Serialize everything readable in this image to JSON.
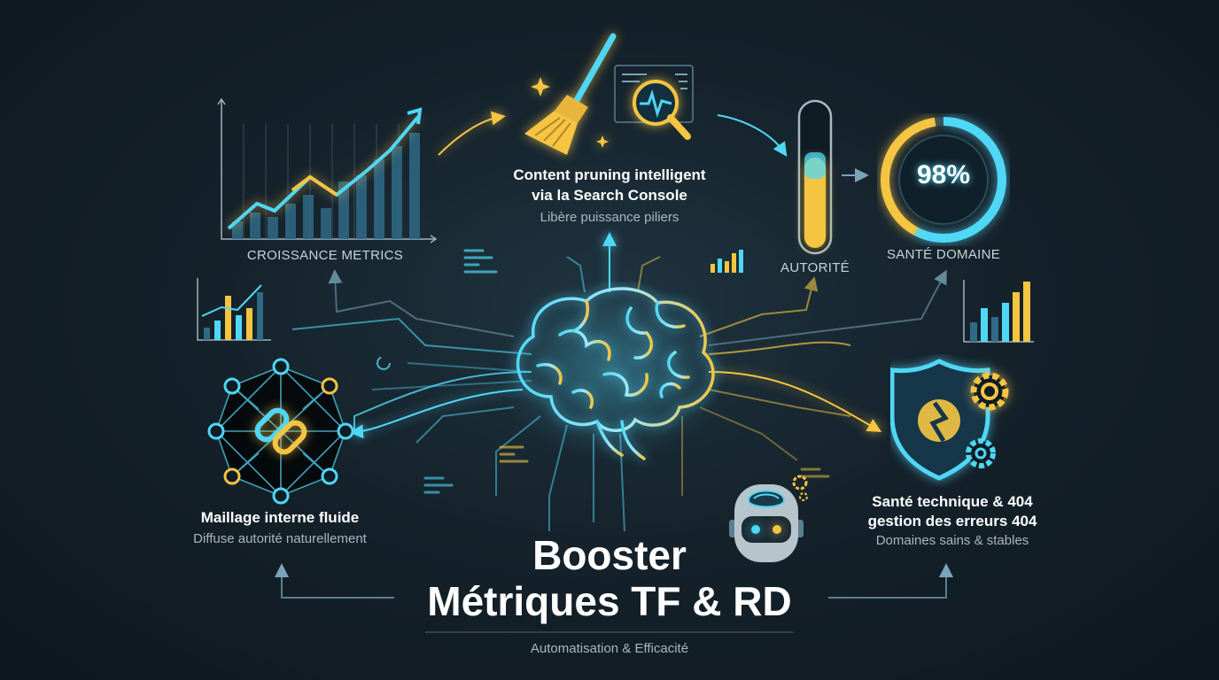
{
  "main_title_line1": "Booster",
  "main_title_line2": "Métriques TF & RD",
  "footer_caption": "Automatisation & Efficacité",
  "growth_label": "CROISSANCE METRICS",
  "pruning_title_line1": "Content pruning intelligent",
  "pruning_title_line2": "via la Search Console",
  "pruning_sub": "Libère puissance piliers",
  "authority_label": "AUTORITÉ",
  "health_percent": "98%",
  "health_label": "SANTÉ DOMAINE",
  "linking_title": "Maillage interne fluide",
  "linking_sub": "Diffuse autorité naturellement",
  "tech_title_line1": "Santé technique & 404",
  "tech_title_line2": "gestion des erreurs 404",
  "tech_sub": "Domaines sains & stables",
  "authority_level": 0.62,
  "health_level": 0.98,
  "icons": [
    "growth-chart-icon",
    "broom-icon",
    "search-console-magnifier-icon",
    "authority-gauge-icon",
    "health-ring-icon",
    "brain-icon",
    "network-link-icon",
    "shield-gear-icon",
    "robot-icon",
    "mini-bar-chart-icon"
  ],
  "colors": {
    "cyan": "#4fd8f5",
    "yellow": "#f5c542",
    "background": "#15222b"
  }
}
